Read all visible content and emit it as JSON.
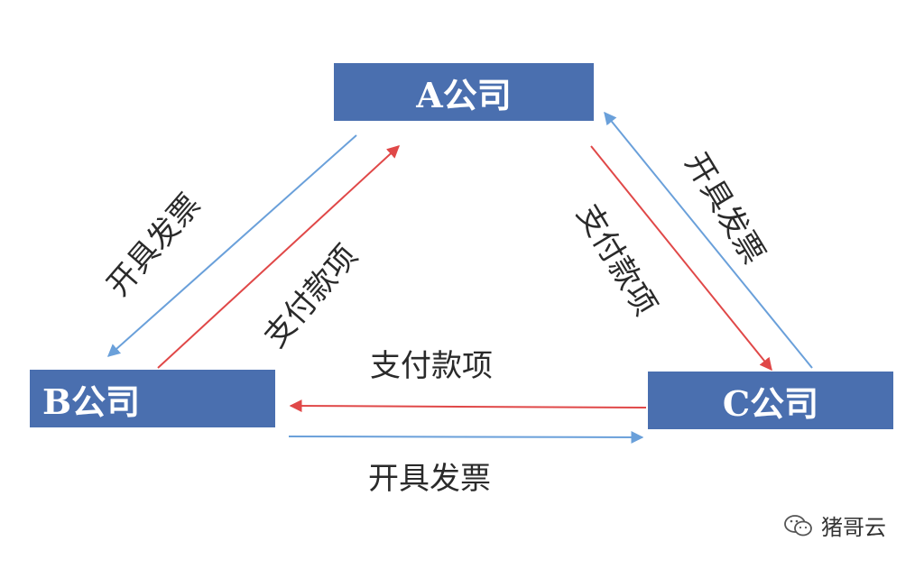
{
  "nodes": {
    "a": "A公司",
    "b": "B公司",
    "c": "C公司"
  },
  "edge_labels": {
    "a_to_b_invoice": "开具发票",
    "b_to_a_payment": "支付款项",
    "a_to_c_payment": "支付款项",
    "c_to_a_invoice": "开具发票",
    "c_to_b_payment": "支付款项",
    "b_to_c_invoice": "开具发票"
  },
  "watermark": {
    "text": "猪哥云",
    "icon": "wechat-icon"
  },
  "colors": {
    "node_fill": "#4a6faf",
    "invoice_arrow": "#6aa0da",
    "payment_arrow": "#e04848"
  }
}
